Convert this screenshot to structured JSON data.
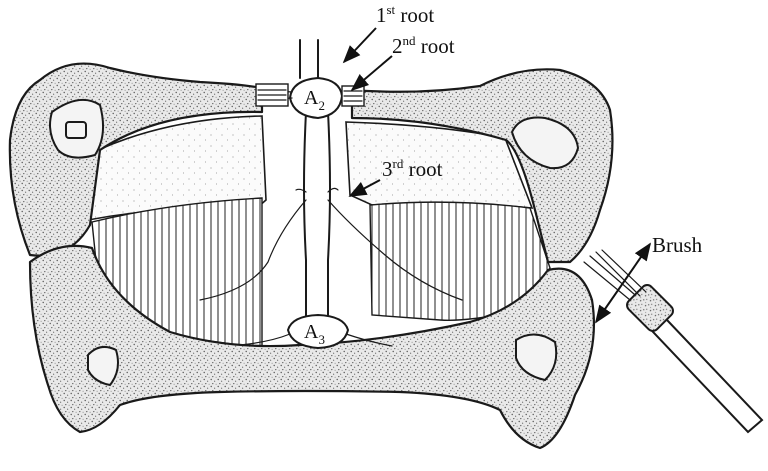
{
  "labels": {
    "root1": {
      "main": "1",
      "sup": "st",
      "rest": " root"
    },
    "root2": {
      "main": "2",
      "sup": "nd",
      "rest": " root"
    },
    "root3": {
      "main": "3",
      "sup": "rd",
      "rest": " root"
    },
    "a2": {
      "main": "A",
      "sub": "2"
    },
    "a3": {
      "main": "A",
      "sub": "3"
    },
    "brush": "Brush"
  },
  "colors": {
    "ink": "#1a1a1a",
    "background": "#ffffff"
  }
}
